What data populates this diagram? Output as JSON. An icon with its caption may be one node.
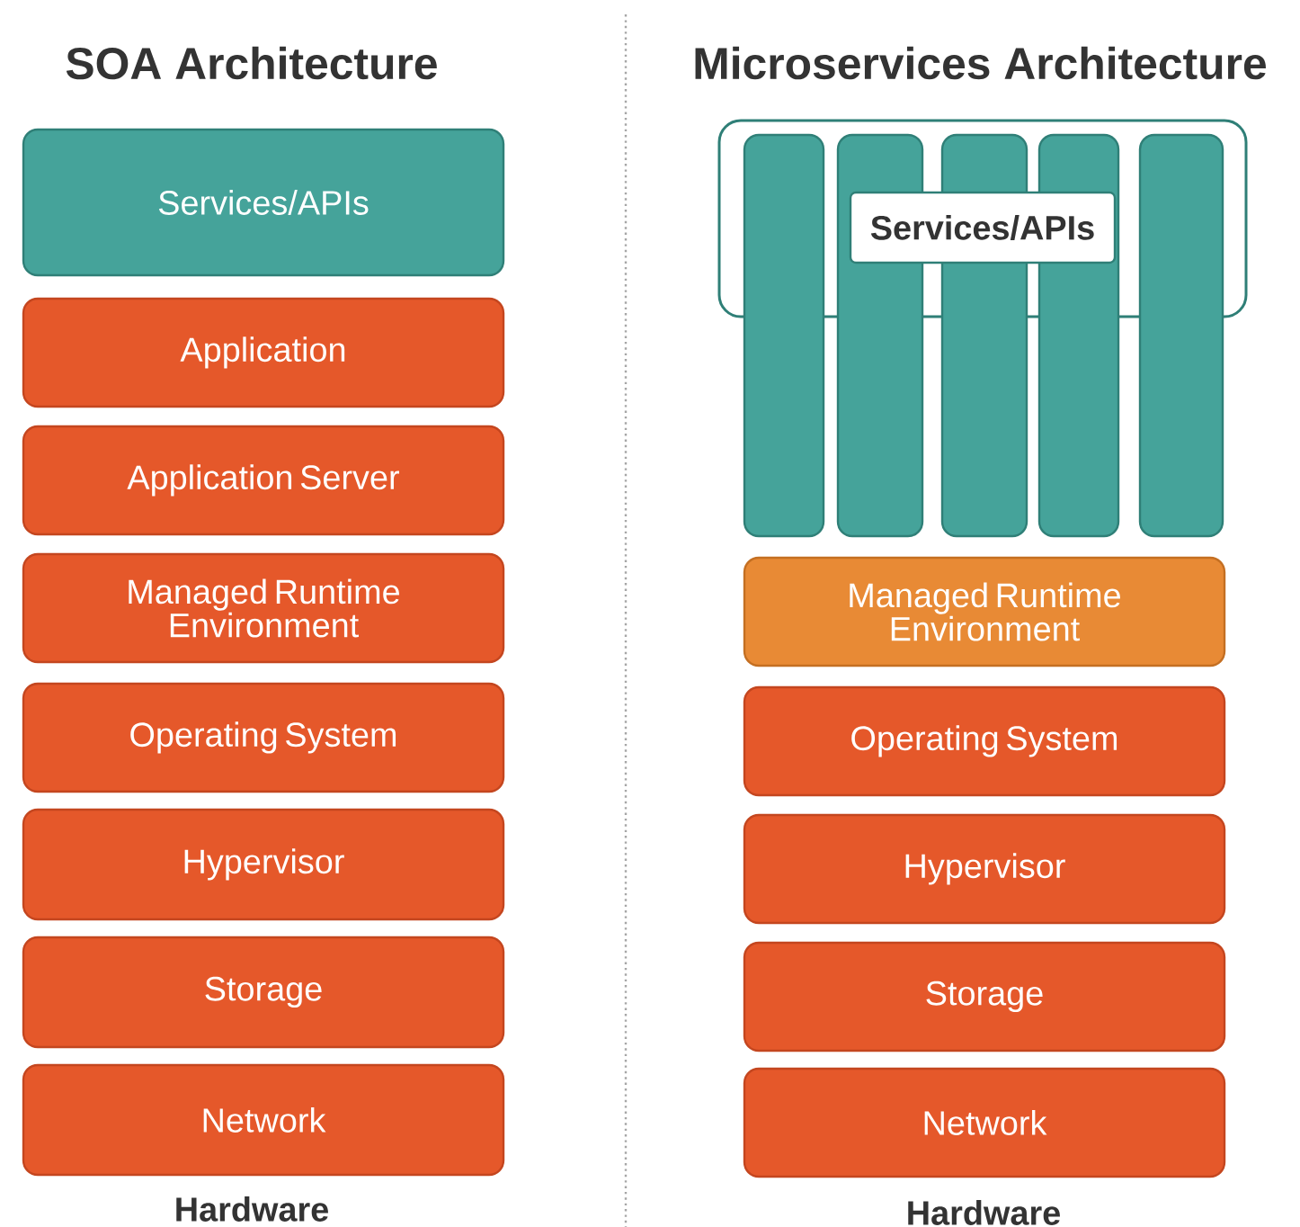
{
  "diagram": {
    "nodes": [
      {
        "text": [
          "Services/APIs"
        ]
      },
      {
        "text": [
          "Application"
        ]
      },
      {
        "text": [
          "Application Server"
        ]
      },
      {
        "text": [
          "Managed Runtime Environment"
        ]
      },
      {
        "text": [
          "Operating System"
        ]
      },
      {
        "text": [
          "Hypervisor"
        ]
      },
      {
        "text": [
          "Storage"
        ]
      },
      {
        "text": [
          "Network"
        ]
      },
      {
        "text": [],
        "shape": "bar"
      },
      {
        "text": [],
        "shape": "bar"
      },
      {
        "text": [],
        "shape": "bar"
      },
      {
        "text": [],
        "shape": "bar"
      },
      {
        "text": [],
        "shape": "bar"
      },
      {
        "text": [
          "Services/APIs"
        ]
      },
      {
        "text": [
          "Managed Runtime Environment"
        ]
      },
      {
        "text": [
          "Operating System"
        ]
      },
      {
        "text": [
          "Hypervisor"
        ]
      },
      {
        "text": [
          "Storage"
        ]
      },
      {
        "text": [
          "Network"
        ]
      }
    ],
    "labels": [
      "SOA Architecture",
      "Microservices Architecture",
      "Hardware",
      "Hardware"
    ]
  }
}
